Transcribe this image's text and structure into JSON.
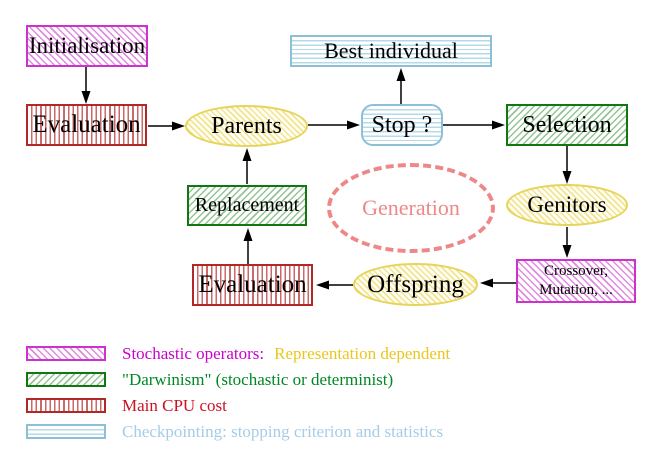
{
  "diagram": {
    "nodes": {
      "initialisation": {
        "label": "Initialisation",
        "style": "magenta-diagonal-hatch"
      },
      "evaluation_top": {
        "label": "Evaluation",
        "style": "red-vertical-stripes"
      },
      "parents": {
        "label": "Parents",
        "style": "yellow-diagonal-hatch-ellipse"
      },
      "best_individual": {
        "label": "Best individual",
        "style": "blue-horizontal-stripes"
      },
      "stop": {
        "label": "Stop ?",
        "style": "blue-horizontal-stripes-rounded"
      },
      "selection": {
        "label": "Selection",
        "style": "green-diagonal-hatch"
      },
      "replacement": {
        "label": "Replacement",
        "style": "green-diagonal-hatch"
      },
      "generation": {
        "label": "Generation",
        "style": "salmon-dashed-ellipse"
      },
      "genitors": {
        "label": "Genitors",
        "style": "yellow-diagonal-hatch-ellipse"
      },
      "evaluation_bottom": {
        "label": "Evaluation",
        "style": "red-vertical-stripes"
      },
      "offspring": {
        "label": "Offspring",
        "style": "yellow-diagonal-hatch-ellipse"
      },
      "crossover": {
        "lines": [
          "Crossover,",
          "Mutation, ..."
        ],
        "style": "magenta-diagonal-hatch"
      }
    },
    "edges": [
      {
        "from": "initialisation",
        "to": "evaluation_top"
      },
      {
        "from": "evaluation_top",
        "to": "parents"
      },
      {
        "from": "parents",
        "to": "stop"
      },
      {
        "from": "stop",
        "to": "best_individual"
      },
      {
        "from": "stop",
        "to": "selection"
      },
      {
        "from": "selection",
        "to": "genitors"
      },
      {
        "from": "genitors",
        "to": "crossover"
      },
      {
        "from": "crossover",
        "to": "offspring"
      },
      {
        "from": "offspring",
        "to": "evaluation_bottom"
      },
      {
        "from": "evaluation_bottom",
        "to": "replacement"
      },
      {
        "from": "replacement",
        "to": "parents"
      }
    ]
  },
  "legend": {
    "items": [
      {
        "swatch": "magenta-diagonal-hatch",
        "parts": [
          {
            "text": "Stochastic operators:",
            "color": "#cc00cc"
          },
          {
            "text": "Representation dependent",
            "color": "#e9c71f"
          }
        ]
      },
      {
        "swatch": "green-diagonal-hatch",
        "parts": [
          {
            "text": "\"Darwinism\" (stochastic or determinist)",
            "color": "#008822"
          }
        ]
      },
      {
        "swatch": "red-vertical-stripes",
        "parts": [
          {
            "text": "Main CPU cost",
            "color": "#cc1122"
          }
        ]
      },
      {
        "swatch": "blue-horizontal-stripes",
        "parts": [
          {
            "text": "Checkpointing: stopping criterion and statistics",
            "color": "#a4cde6"
          }
        ]
      }
    ]
  },
  "colors": {
    "magenta_border": "#cc33cc",
    "magenta_hatch": "#e08ae0",
    "green_border": "#117711",
    "green_hatch": "#94c494",
    "red_border": "#b02828",
    "red_stripe": "#c96a6a",
    "blue_border": "#8cc0d8",
    "blue_stripe": "#b6d9e8",
    "yellow_border": "#e6d45c",
    "yellow_hatch": "#f2e492",
    "salmon_dashed": "#ee8888",
    "arrow": "#000000",
    "node_text": "#000000",
    "background": "#ffffff"
  }
}
